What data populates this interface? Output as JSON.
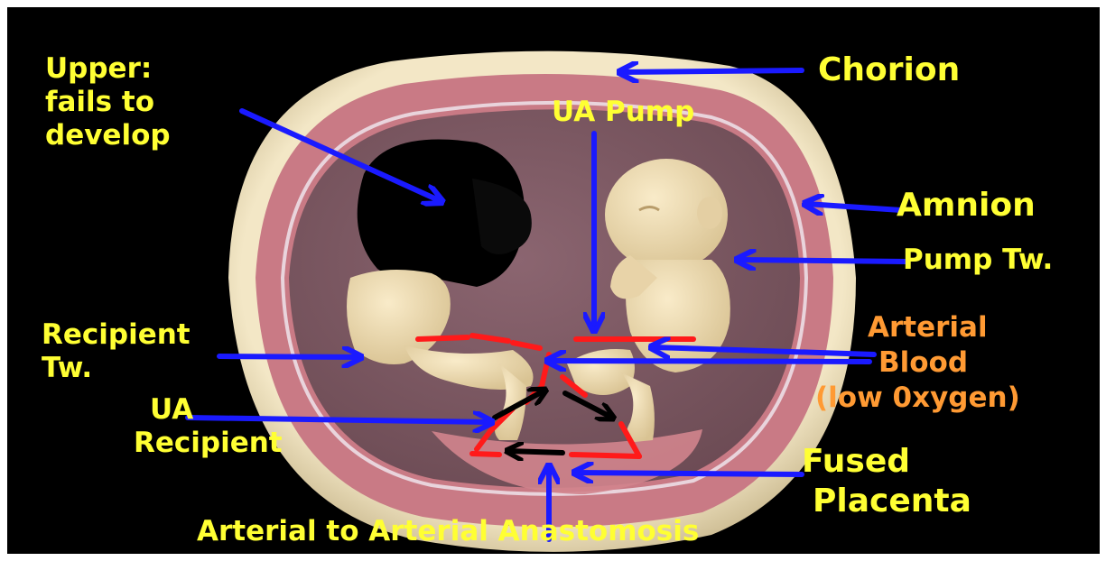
{
  "colors": {
    "background": "#000000",
    "label_yellow": "#ffff33",
    "label_orange": "#ff9a33",
    "arrow_blue": "#1a1aff",
    "artery_red": "#ff1a1a",
    "flow_black": "#000000",
    "chorion": "#efe2c0",
    "amnion_band": "#c97a85",
    "amniotic_cavity": "#7e5b64",
    "fetus_skin": "#f1dfb7"
  },
  "labels": {
    "upper_fails": [
      "Upper:",
      "fails to",
      "develop"
    ],
    "chorion": "Chorion",
    "ua_pump": "UA Pump",
    "amnion": "Amnion",
    "pump_twin": "Pump Tw.",
    "recipient_twin": [
      "Recipient",
      "Tw."
    ],
    "arterial_blood": [
      "Arterial",
      "Blood",
      "(low 0xygen)"
    ],
    "ua_recipient": [
      "UA",
      "Recipient"
    ],
    "fused_placenta": [
      "Fused",
      "Placenta"
    ],
    "anastomosis": "Arterial to Arterial Anastomosis"
  }
}
